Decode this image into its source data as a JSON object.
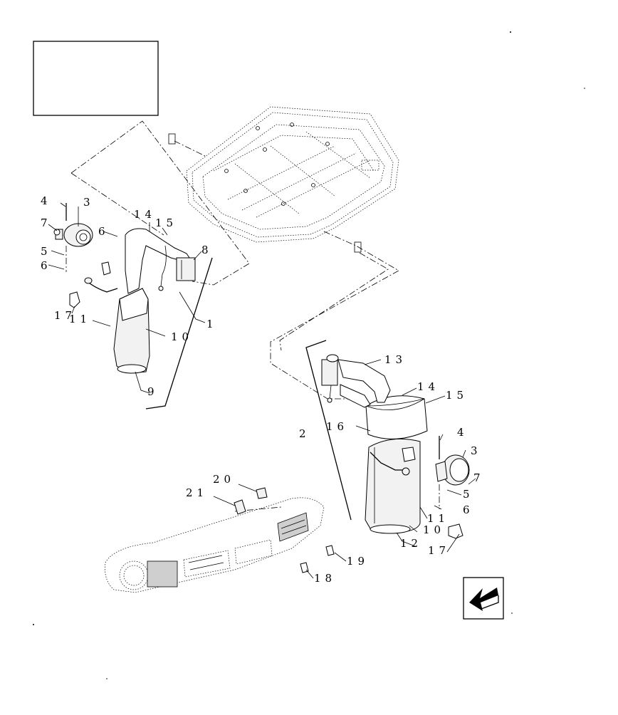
{
  "diagram": {
    "nav_arrow_icon": "arrow-down-left-icon",
    "callouts": [
      {
        "id": "c1",
        "text": "1"
      },
      {
        "id": "c2",
        "text": "2"
      },
      {
        "id": "c3a",
        "text": "3"
      },
      {
        "id": "c3b",
        "text": "3"
      },
      {
        "id": "c4a",
        "text": "4"
      },
      {
        "id": "c4b",
        "text": "4"
      },
      {
        "id": "c5a",
        "text": "5"
      },
      {
        "id": "c5b",
        "text": "5"
      },
      {
        "id": "c6a",
        "text": "6"
      },
      {
        "id": "c6b",
        "text": "6"
      },
      {
        "id": "c6c",
        "text": "6"
      },
      {
        "id": "c7a",
        "text": "7"
      },
      {
        "id": "c7b",
        "text": "7"
      },
      {
        "id": "c8",
        "text": "8"
      },
      {
        "id": "c9",
        "text": "9"
      },
      {
        "id": "c10a",
        "text": "10"
      },
      {
        "id": "c10b",
        "text": "10"
      },
      {
        "id": "c11a",
        "text": "11"
      },
      {
        "id": "c11b",
        "text": "11"
      },
      {
        "id": "c12",
        "text": "12"
      },
      {
        "id": "c13",
        "text": "13"
      },
      {
        "id": "c14a",
        "text": "14"
      },
      {
        "id": "c14b",
        "text": "14"
      },
      {
        "id": "c15a",
        "text": "15"
      },
      {
        "id": "c15b",
        "text": "15"
      },
      {
        "id": "c16",
        "text": "16"
      },
      {
        "id": "c17a",
        "text": "17"
      },
      {
        "id": "c17b",
        "text": "17"
      },
      {
        "id": "c18",
        "text": "18"
      },
      {
        "id": "c19",
        "text": "19"
      },
      {
        "id": "c20",
        "text": "20"
      },
      {
        "id": "c21",
        "text": "21"
      }
    ]
  }
}
